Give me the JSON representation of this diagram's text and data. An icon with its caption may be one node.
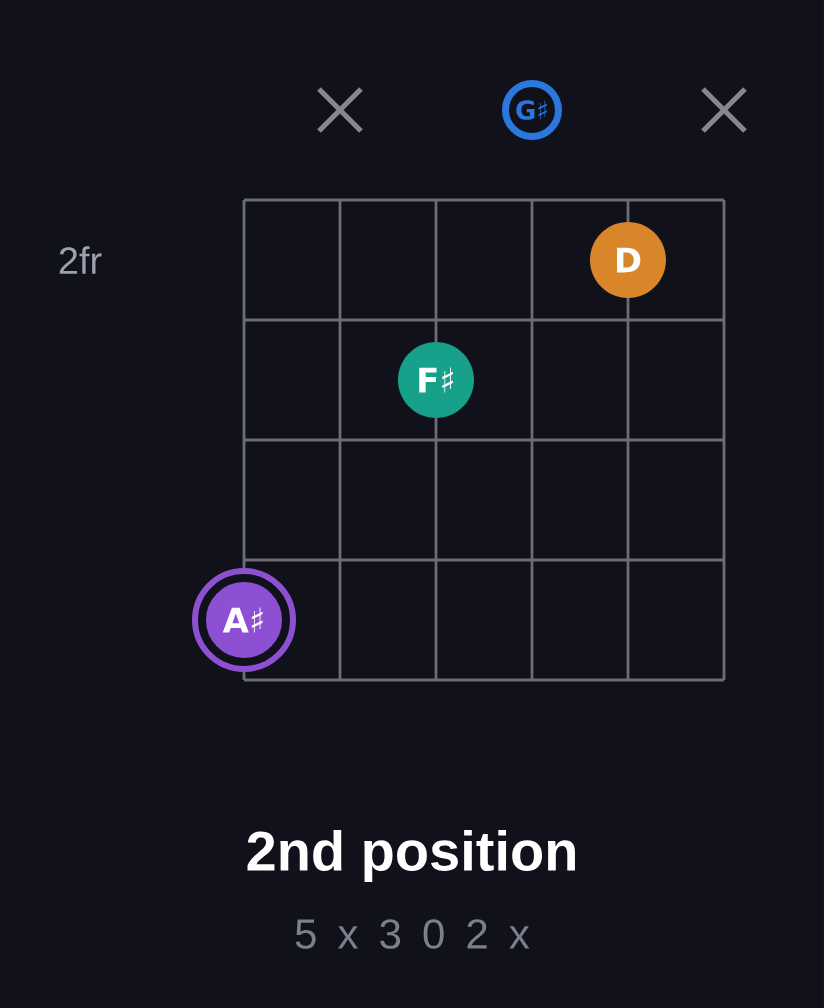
{
  "diagram": {
    "title": "2nd position",
    "nodes": [
      {
        "text": [
          "G♯"
        ]
      },
      {
        "text": [
          "D"
        ]
      },
      {
        "text": [
          "F♯"
        ]
      },
      {
        "text": [
          "A♯"
        ]
      }
    ],
    "labels": [
      "2fr",
      "5 x 3 0 2 x"
    ]
  }
}
